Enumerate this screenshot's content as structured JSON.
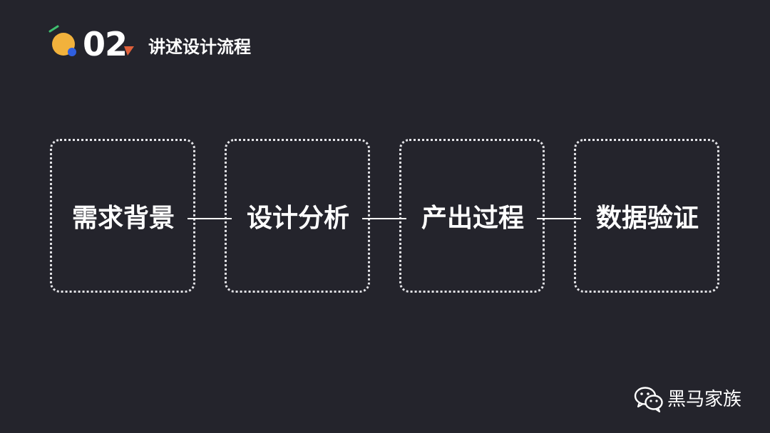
{
  "header": {
    "section_number": "02",
    "section_title": "讲述设计流程"
  },
  "flow": {
    "steps": [
      {
        "label": "需求背景"
      },
      {
        "label": "设计分析"
      },
      {
        "label": "产出过程"
      },
      {
        "label": "数据验证"
      }
    ]
  },
  "watermark": {
    "text": "黑马家族",
    "icon": "wechat-icon"
  },
  "colors": {
    "background": "#24242c",
    "accent_orange": "#f2b23c",
    "accent_blue": "#2f5fe0",
    "accent_green": "#3fbf6f",
    "accent_red": "#e0603a",
    "box_border": "#e4e4e8"
  }
}
